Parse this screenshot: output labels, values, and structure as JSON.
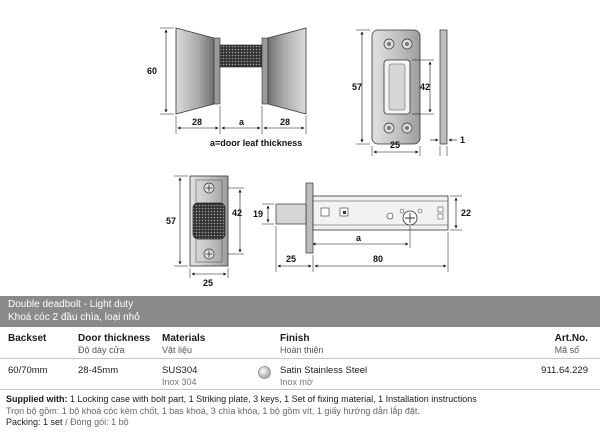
{
  "drawing": {
    "knob_view": {
      "height": "60",
      "left_width": "28",
      "gap": "a",
      "right_width": "28",
      "caption": "a=door leaf thickness"
    },
    "strike_view": {
      "height_outer": "57",
      "height_inner": "42",
      "width": "25",
      "thickness": "1"
    },
    "faceplate_view": {
      "height_outer": "57",
      "height_inner": "42",
      "width": "25"
    },
    "bolt_view": {
      "bolt_height": "19",
      "case_height": "22",
      "backset_offset": "25",
      "length": "80",
      "gap": "a"
    }
  },
  "product": {
    "title_en": "Double deadbolt - Light duty",
    "title_vi": "Khoá cóc 2 đầu chìa, loại nhỏ"
  },
  "table": {
    "headers": [
      {
        "en": "Backset",
        "vi": ""
      },
      {
        "en": "Door thickness",
        "vi": "Độ dày cửa"
      },
      {
        "en": "Materials",
        "vi": "Vật liệu"
      },
      {
        "en": "Finish",
        "vi": "Hoàn thiện"
      },
      {
        "en": "Art.No.",
        "vi": "Mã số"
      }
    ],
    "row": {
      "backset": "60/70mm",
      "door_thickness": "28-45mm",
      "material_en": "SUS304",
      "material_vi": "Inox 304",
      "finish_en": "Satin Stainless Steel",
      "finish_vi": "Inox mờ",
      "finish_swatch_color": "#c0c0c0",
      "art_no": "911.64.229"
    }
  },
  "notes": {
    "supplied_label": "Supplied with:",
    "supplied_text": "1 Locking case with bolt part, 1 Striking plate, 3 keys, 1 Set of fixing material, 1 Installation instructions",
    "supplied_vi_label": "Trọn bộ gồm:",
    "supplied_vi_text": "1 bộ khoá cóc kèm chốt, 1 bas khoá, 3 chìa khóa, 1 bộ gồm vít, 1 giấy hướng dẫn lắp đặt.",
    "packing_label": "Packing:",
    "packing_text": "1 set",
    "packing_vi_text": "/ Đóng gói: 1 bộ"
  }
}
